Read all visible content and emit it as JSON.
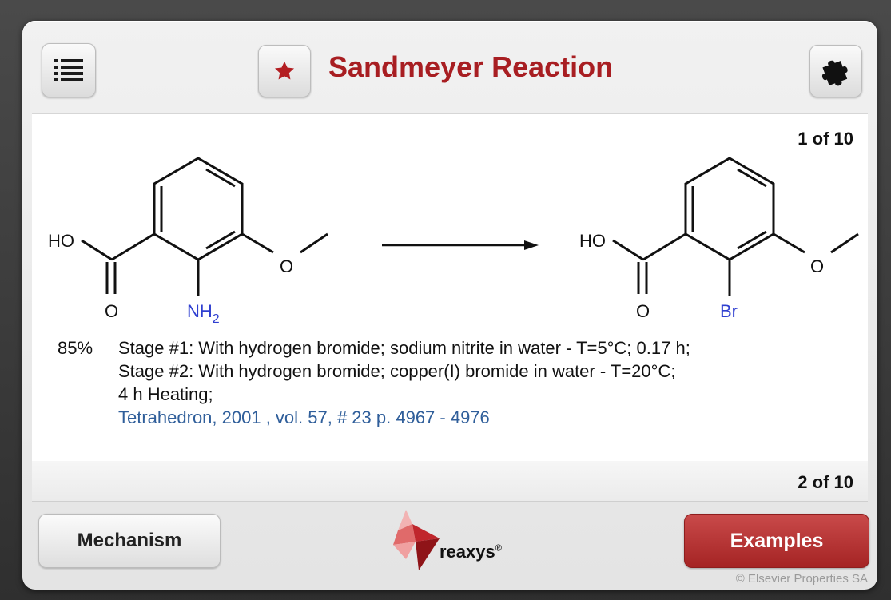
{
  "header": {
    "title": "Sandmeyer Reaction",
    "menu_icon": "list-icon",
    "favorite_icon": "star-icon",
    "puzzle_icon": "puzzle-icon"
  },
  "reaction": {
    "counter": "1 of 10",
    "reactant": {
      "substituent_left": "HO",
      "carbonyl_oxygen": "O",
      "methoxy_oxygen": "O",
      "amine_label": "NH",
      "amine_subscript": "2"
    },
    "product": {
      "substituent_left": "HO",
      "carbonyl_oxygen": "O",
      "methoxy_oxygen": "O",
      "halogen_label": "Br"
    },
    "yield": "85%",
    "stage1": "Stage #1: With  hydrogen bromide; sodium nitrite in  water - T=5°C; 0.17 h;",
    "stage2": "Stage #2: With  hydrogen bromide; copper(I) bromide in  water - T=20°C;",
    "stage2_cont": "4 h Heating;",
    "citation": "Tetrahedron,  2001 , vol. 57, # 23  p. 4967 - 4976"
  },
  "next_counter": "2 of 10",
  "footer": {
    "mechanism_label": "Mechanism",
    "examples_label": "Examples",
    "logo_text": "reaxys",
    "logo_mark": "®",
    "copyright": "© Elsevier Properties SA"
  },
  "colors": {
    "title": "#a81e22",
    "heteroatom_blue": "#2f3fd0",
    "citation": "#2f5e9a",
    "examples_button": "#b73434"
  }
}
